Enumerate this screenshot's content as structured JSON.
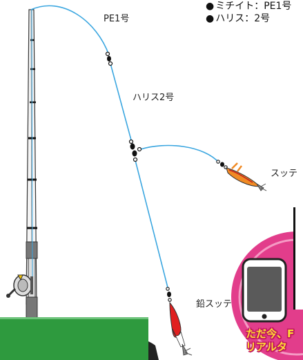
{
  "specs": [
    {
      "bullet": "●",
      "text": "ミチイト：PE1号"
    },
    {
      "bullet": "●",
      "text": "ハリス：2号"
    }
  ],
  "labels": {
    "main_line": "PE1号",
    "leader": "ハリス2号",
    "branch_lure": "スッテ",
    "bottom_lure": "鉛スッテ"
  },
  "banner": {
    "line1": "ただ今、F",
    "line2": "リアルタ"
  },
  "colors": {
    "line": "#3aa6e0",
    "rod": "#333333",
    "green_bar": "#2e9a3e",
    "pink_circle": "#e23d8b",
    "lure_orange": "#f08a24",
    "sinker_red": "#e02020"
  }
}
